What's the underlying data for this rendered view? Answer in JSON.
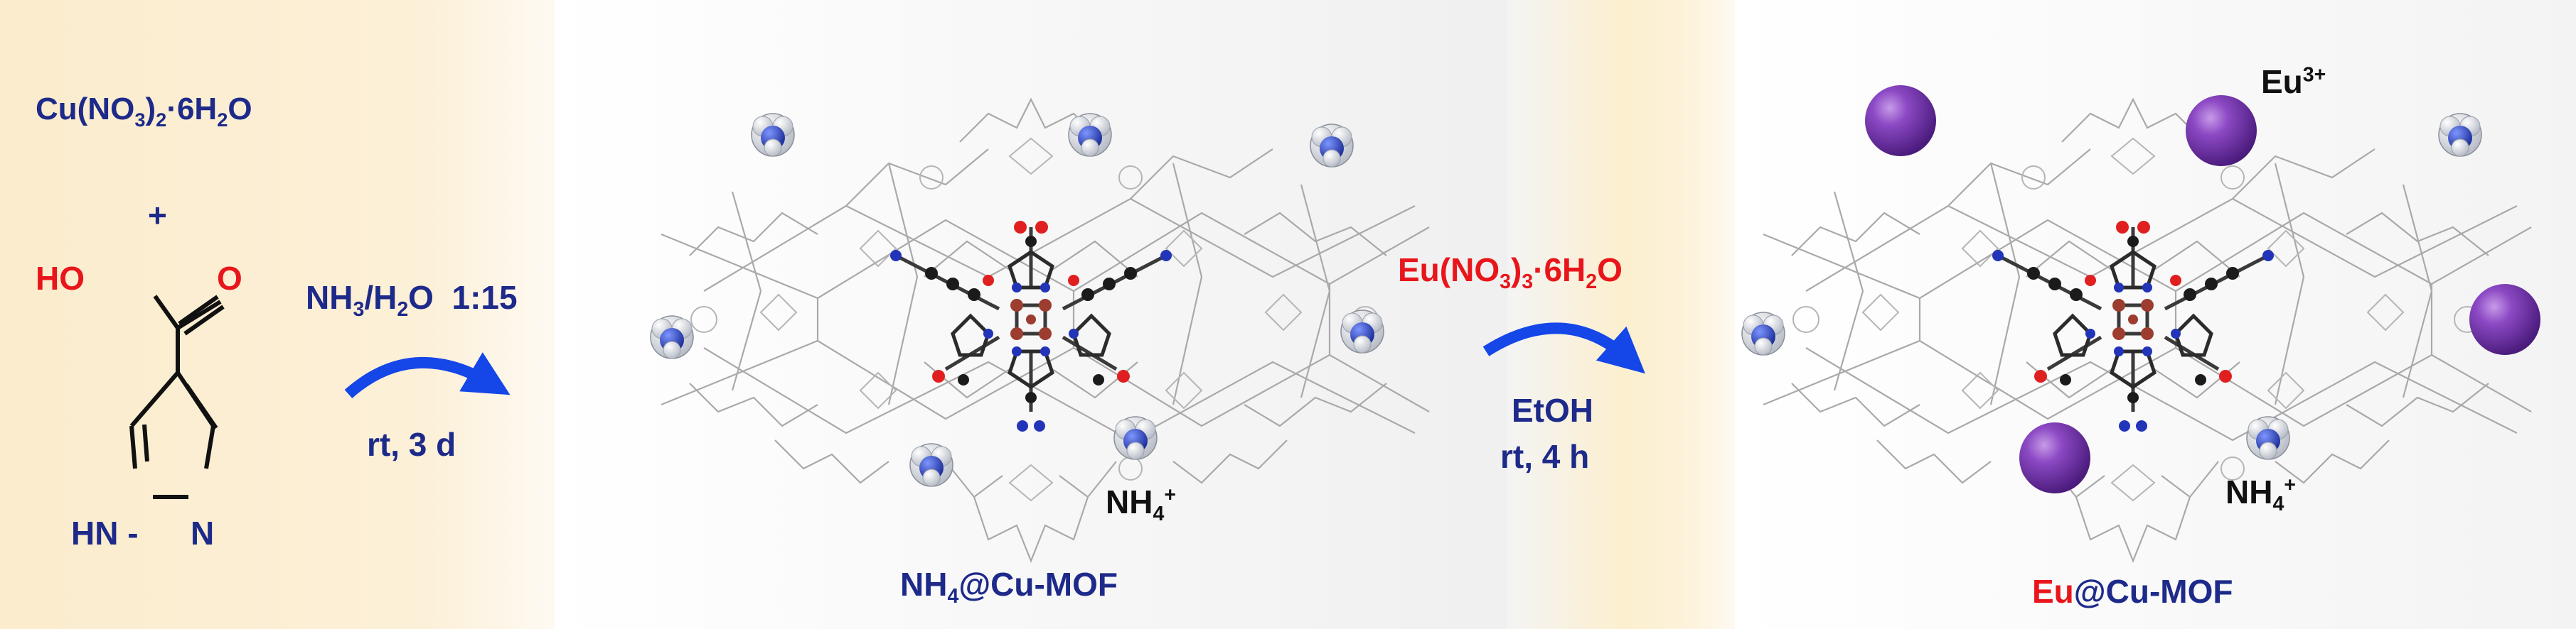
{
  "reactant": {
    "copper_salt": {
      "main": "Cu(NO",
      "sub1": "3",
      "mid": ")",
      "sub2": "2",
      "tail": "·6H",
      "sub3": "2",
      "end": "O"
    },
    "plus": "+",
    "ligand_oh": "HO",
    "ligand_o": "O",
    "ligand_hn": "HN",
    "ligand_n": "N"
  },
  "step1": {
    "reagent": {
      "a": "NH",
      "sub": "3",
      "b": "/H",
      "sub2": "2",
      "c": "O  1:15"
    },
    "conditions": "rt, 3 d"
  },
  "product1": {
    "cation": {
      "a": "NH",
      "sub": "4",
      "sup": "+"
    },
    "label": {
      "a": "NH",
      "sub": "4",
      "b": "@Cu-MOF"
    }
  },
  "step2": {
    "reagent": {
      "a": "Eu(NO",
      "sub": "3",
      "b": ")",
      "sub2": "3",
      "c": "·6H",
      "sub3": "2",
      "d": "O"
    },
    "solvent": "EtOH",
    "conditions": "rt, 4 h"
  },
  "product2": {
    "eu_ion": {
      "a": "Eu",
      "sup": "3+"
    },
    "cation": {
      "a": "NH",
      "sub": "4",
      "sup": "+"
    },
    "label": {
      "eu": "Eu",
      "rest": "@Cu-MOF"
    }
  },
  "colors": {
    "navy": "#1d2a8a",
    "red": "#e8161b",
    "arrow_blue": "#1446e8",
    "eu_purple": "#6a2fa0",
    "cu_brown": "#9c3d2f",
    "framework_grey": "#a9a9a9"
  }
}
